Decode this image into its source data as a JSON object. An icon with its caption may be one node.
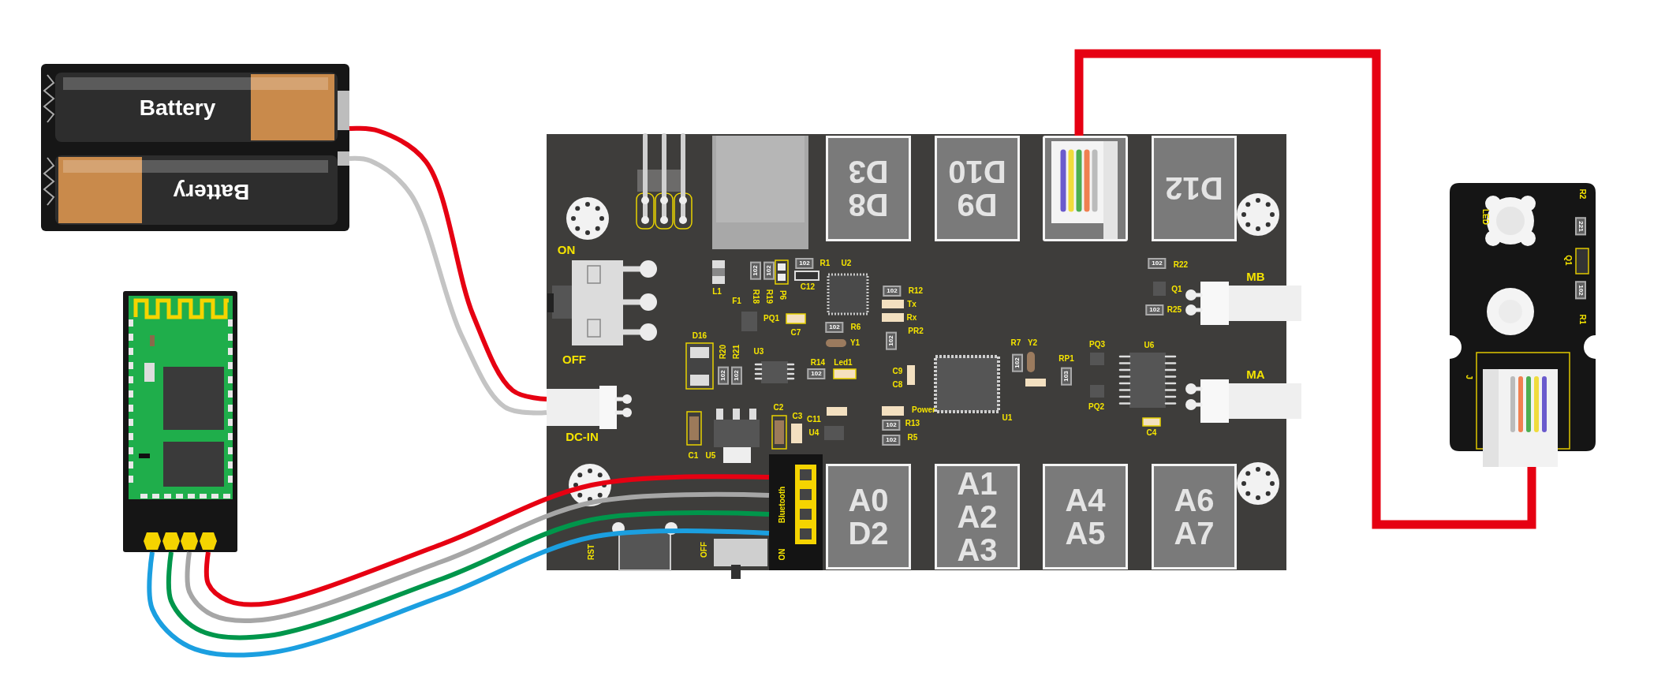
{
  "diagram": {
    "nodes": [
      {
        "text": [
          "Battery",
          "Battery"
        ]
      },
      {
        "text": [],
        "shape": "box"
      },
      {
        "text": [
          "ON",
          "102",
          "R1",
          "U2",
          "102",
          "R22",
          "102",
          "102",
          "MB",
          "C12",
          "L1",
          "R18",
          "R19",
          "P6",
          "102",
          "R12",
          "Q1",
          "F1",
          "Tx",
          "102",
          "R25",
          "PQ1",
          "Rx",
          "C7",
          "102",
          "R6",
          "102",
          "PR2",
          "D16",
          "Y1",
          "R7",
          "Y2",
          "PQ3",
          "U6",
          "OFF",
          "RP1",
          "102",
          "103",
          "R20",
          "R21",
          "U3",
          "R14",
          "Led1",
          "C9",
          "102",
          "102",
          "102",
          "MA",
          "C8",
          "C2",
          "Power",
          "PQ2",
          "C3",
          "U1",
          "C11",
          "R13",
          "102",
          "C4",
          "U4",
          "R5",
          "102",
          "C1",
          "U5",
          "RST",
          "OFF"
        ]
      },
      {
        "text": [
          "D8 D3"
        ],
        "in": 2
      },
      {
        "text": [
          "D9 D10"
        ],
        "in": 2
      },
      {
        "text": [],
        "shape": "box",
        "in": 2
      },
      {
        "text": [
          "D12"
        ],
        "in": 2
      },
      {
        "text": [
          "DC-IN"
        ],
        "in": 2
      },
      {
        "text": [
          "Bluetooth",
          "ON"
        ],
        "in": 2
      },
      {
        "text": [
          "A0 D2"
        ],
        "in": 2
      },
      {
        "text": [
          "A1 A2 A3"
        ],
        "in": 2
      },
      {
        "text": [
          "A4 A5"
        ],
        "in": 2
      },
      {
        "text": [
          "A6 A7"
        ],
        "in": 2
      },
      {
        "text": [
          "LED",
          "R2",
          "221",
          "Q1",
          "102",
          "R1",
          "J"
        ]
      }
    ],
    "edges": [
      {
        "from": 0,
        "to": 7,
        "arrow": "none",
        "color": "#e60012"
      },
      {
        "from": 0,
        "to": 7,
        "arrow": "none",
        "color": "#c4c4c4"
      },
      {
        "from": 1,
        "to": 8,
        "arrow": "none",
        "color": "#e60012"
      },
      {
        "from": 1,
        "to": 8,
        "arrow": "none",
        "color": "#a6a6a6"
      },
      {
        "from": 1,
        "to": 8,
        "arrow": "none",
        "color": "#00964b"
      },
      {
        "from": 1,
        "to": 8,
        "arrow": "none",
        "color": "#1b9fe0"
      },
      {
        "from": 5,
        "to": 13,
        "arrow": "none",
        "style": "thick",
        "color": "#e60012"
      }
    ]
  }
}
